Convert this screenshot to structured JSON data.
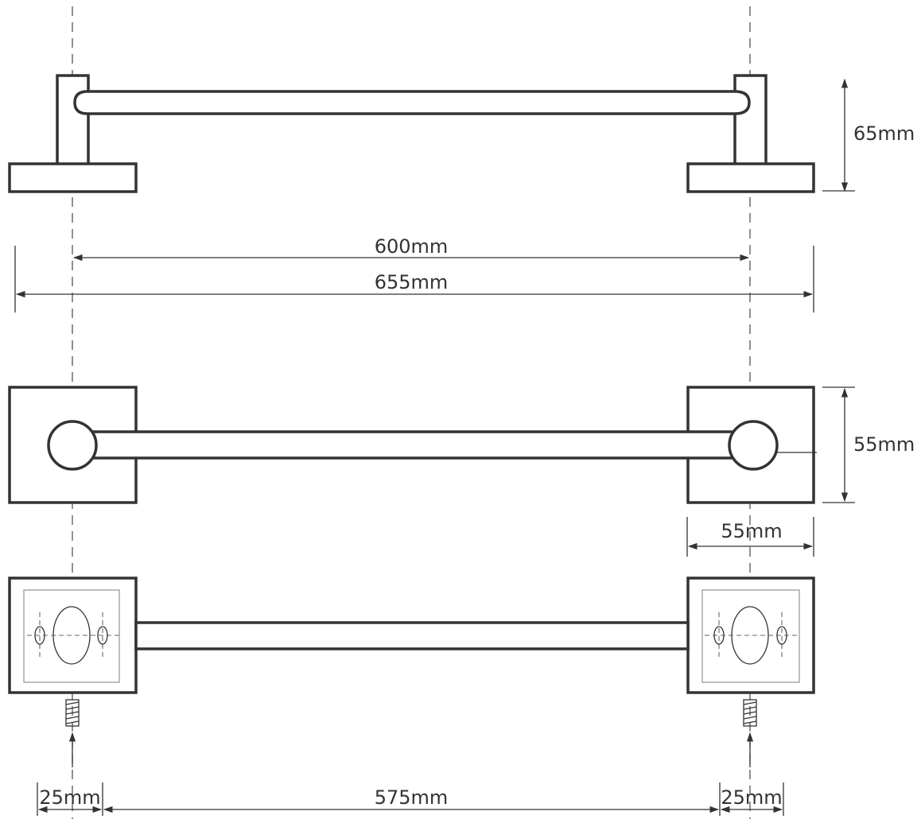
{
  "dimensions": {
    "height_side": "65mm",
    "center_distance": "600mm",
    "overall_length": "655mm",
    "base_height": "55mm",
    "base_width": "55mm",
    "end_offset_left": "25mm",
    "rod_length": "575mm",
    "end_offset_right": "25mm"
  }
}
